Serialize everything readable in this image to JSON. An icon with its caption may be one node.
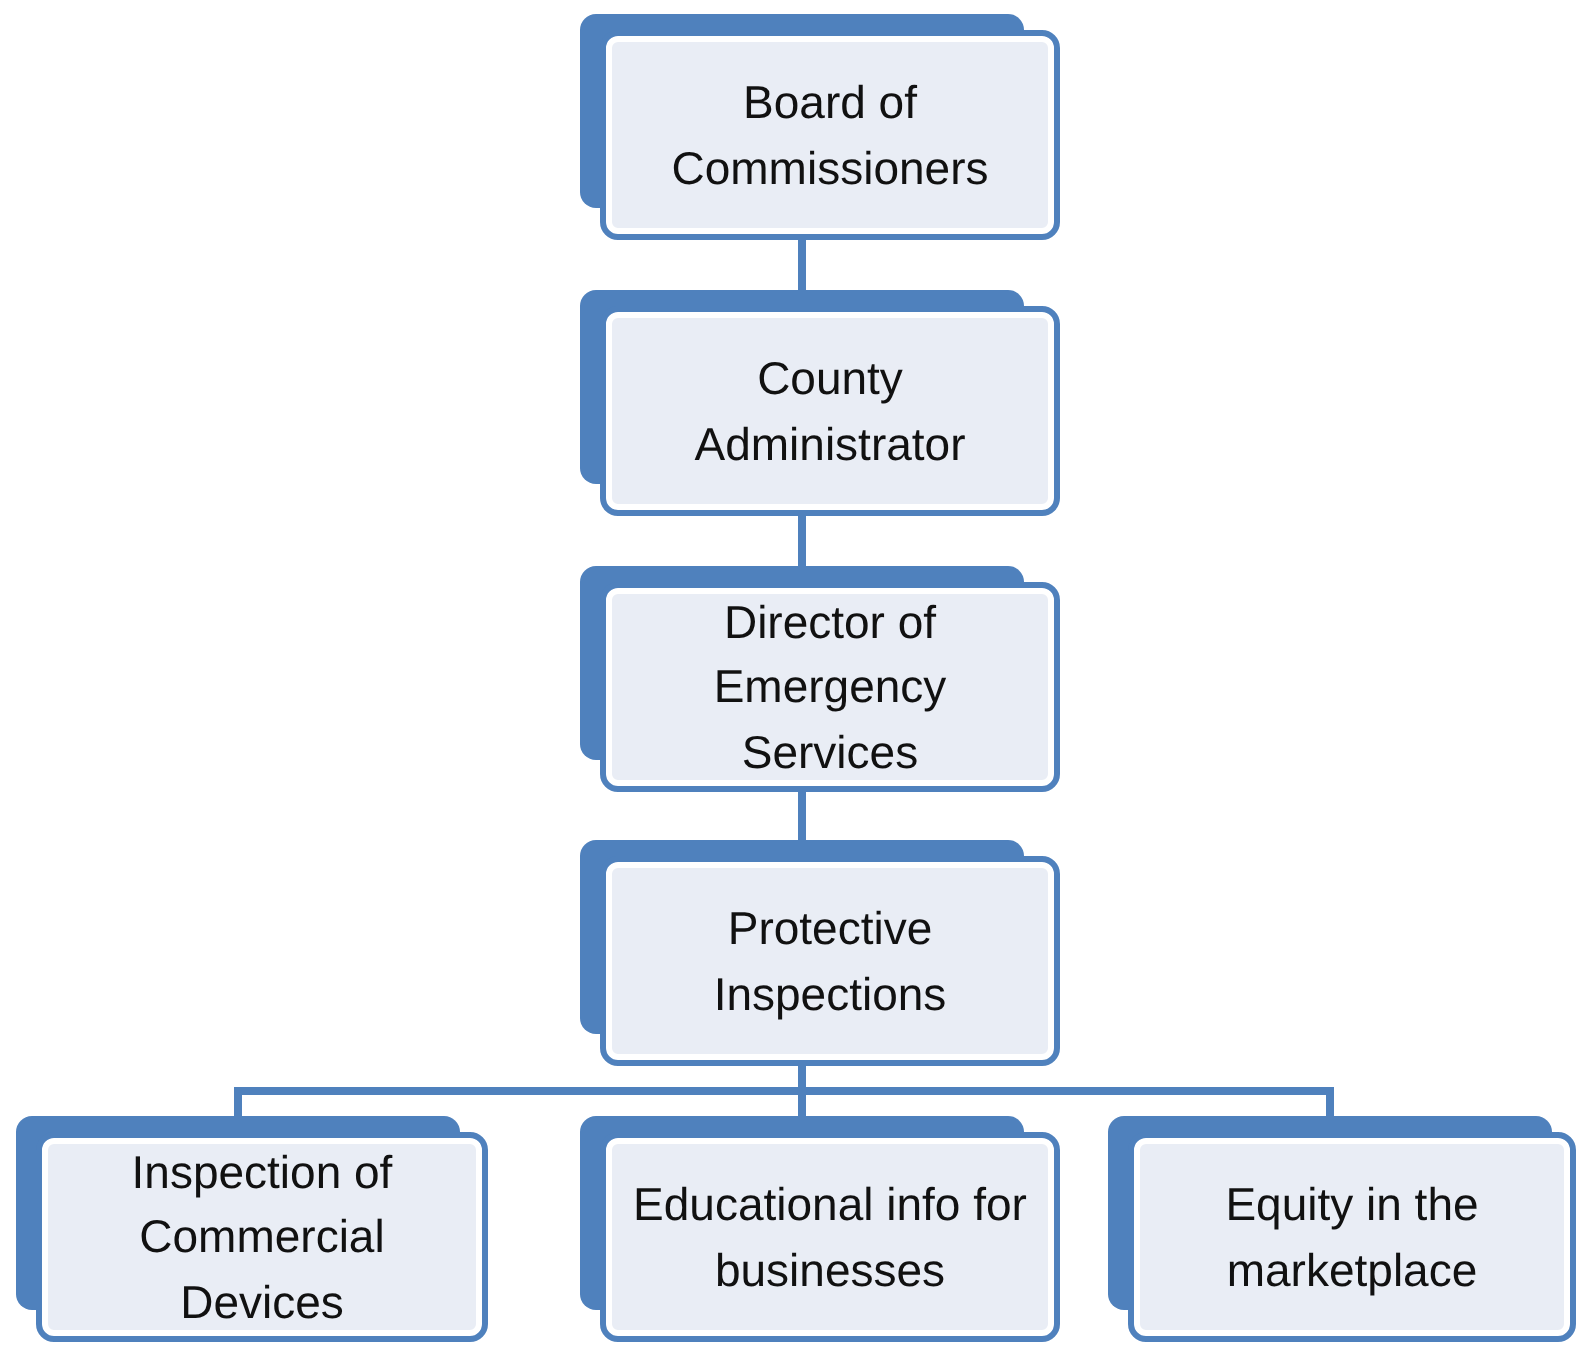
{
  "diagram": {
    "nodes": [
      {
        "text": [
          "Board of Commissioners"
        ]
      },
      {
        "text": [
          "County Administrator"
        ]
      },
      {
        "text": [
          "Director of Emergency Services"
        ]
      },
      {
        "text": [
          "Protective Inspections"
        ]
      },
      {
        "text": [
          "Inspection of Commercial Devices"
        ]
      },
      {
        "text": [
          "Educational info for businesses"
        ]
      },
      {
        "text": [
          "Equity in the marketplace"
        ]
      }
    ],
    "edges": [
      {
        "from": 0,
        "to": 1,
        "arrow": "none"
      },
      {
        "from": 1,
        "to": 2,
        "arrow": "none"
      },
      {
        "from": 2,
        "to": 3,
        "arrow": "none"
      },
      {
        "from": 3,
        "to": 4,
        "arrow": "none"
      },
      {
        "from": 3,
        "to": 5,
        "arrow": "none"
      },
      {
        "from": 3,
        "to": 6,
        "arrow": "none"
      }
    ]
  }
}
